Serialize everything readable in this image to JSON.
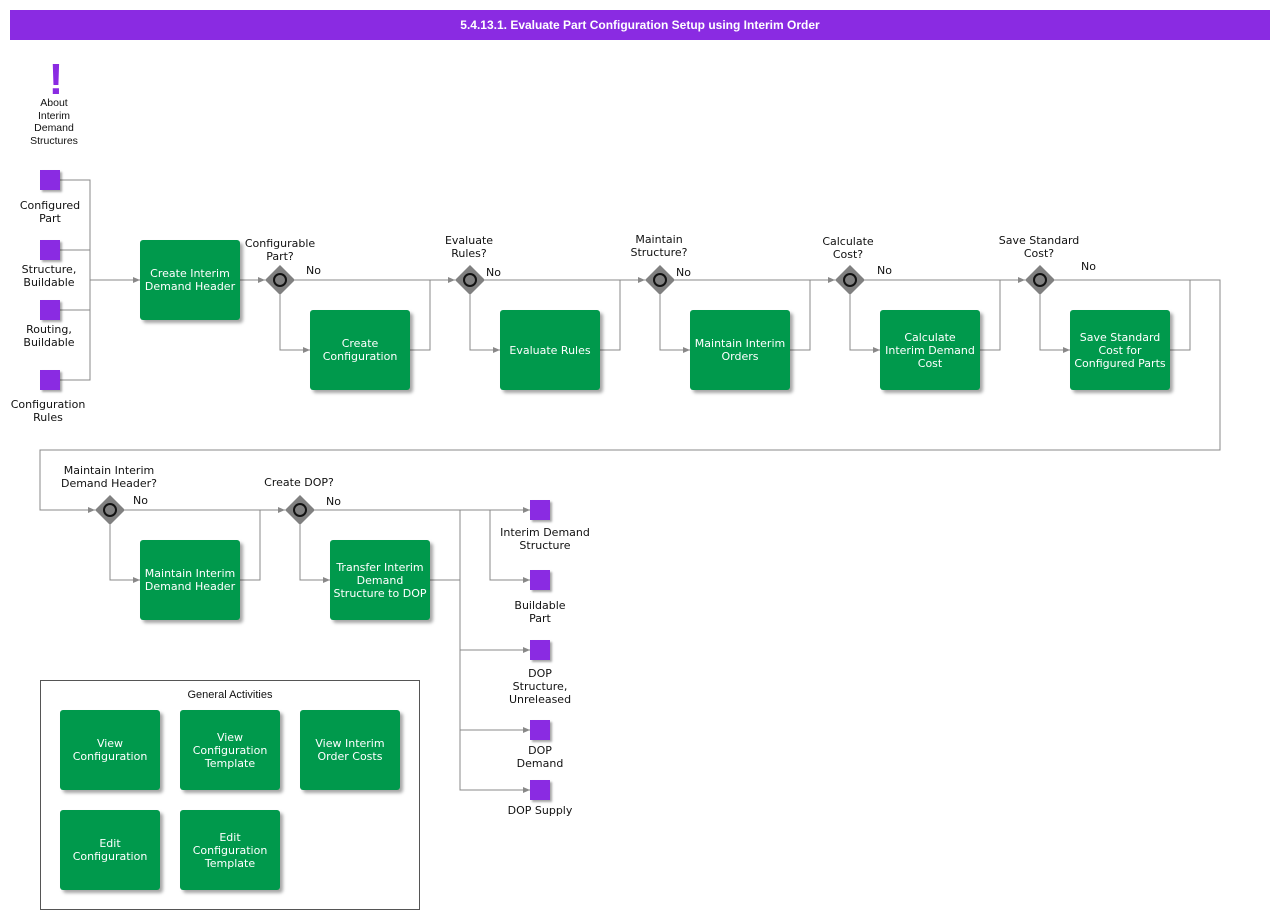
{
  "header": {
    "title": "5.4.13.1. Evaluate Part Configuration Setup using Interim Order"
  },
  "about": {
    "label": "About\nInterim\nDemand\nStructures"
  },
  "inputs": [
    {
      "label": "Configured\nPart"
    },
    {
      "label": "Structure,\nBuildable"
    },
    {
      "label": "Routing,\nBuildable"
    },
    {
      "label": "Configuration\nRules"
    }
  ],
  "tasks": {
    "create_header": "Create Interim Demand Header",
    "create_configuration": "Create Configuration",
    "evaluate_rules": "Evaluate Rules",
    "maintain_orders": "Maintain Interim Orders",
    "calculate_cost": "Calculate Interim Demand Cost",
    "save_cost": "Save Standard Cost for Configured Parts",
    "maintain_header": "Maintain Interim Demand Header",
    "transfer_dop": "Transfer Interim Demand Structure to DOP"
  },
  "gateways": {
    "configurable": "Configurable\nPart?",
    "evaluate": "Evaluate\nRules?",
    "maintain_structure": "Maintain\nStructure?",
    "calculate": "Calculate\nCost?",
    "save": "Save Standard\nCost?",
    "maintain_header": "Maintain Interim\nDemand Header?",
    "create_dop": "Create DOP?"
  },
  "no_label": "No",
  "outputs": [
    {
      "label": "Interim Demand\nStructure"
    },
    {
      "label": "Buildable\nPart"
    },
    {
      "label": "DOP\nStructure,\nUnreleased"
    },
    {
      "label": "DOP\nDemand"
    },
    {
      "label": "DOP Supply"
    }
  ],
  "general": {
    "title": "General Activities",
    "items": [
      "View Configuration",
      "View Configuration Template",
      "View Interim Order Costs",
      "Edit Configuration",
      "Edit Configuration Template"
    ]
  },
  "colors": {
    "header": "#8a2be2",
    "task": "#00994c",
    "data": "#8a2be2",
    "gateway": "#808080"
  }
}
